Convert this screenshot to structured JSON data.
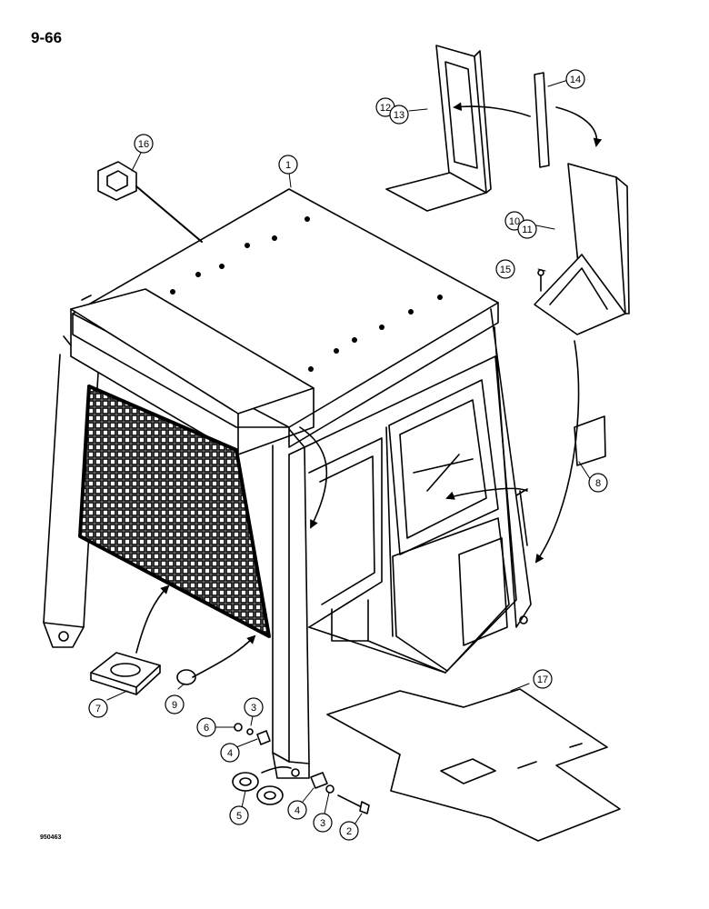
{
  "page": {
    "number": "9-66",
    "figure_code": "950463"
  },
  "callouts": [
    {
      "id": "c1",
      "label": "1"
    },
    {
      "id": "c2",
      "label": "2"
    },
    {
      "id": "c3a",
      "label": "3"
    },
    {
      "id": "c3b",
      "label": "3"
    },
    {
      "id": "c4a",
      "label": "4"
    },
    {
      "id": "c4b",
      "label": "4"
    },
    {
      "id": "c5",
      "label": "5"
    },
    {
      "id": "c6",
      "label": "6"
    },
    {
      "id": "c7",
      "label": "7"
    },
    {
      "id": "c8",
      "label": "8"
    },
    {
      "id": "c9",
      "label": "9"
    },
    {
      "id": "c10",
      "label": "10"
    },
    {
      "id": "c11",
      "label": "11"
    },
    {
      "id": "c12",
      "label": "12"
    },
    {
      "id": "c13",
      "label": "13"
    },
    {
      "id": "c14",
      "label": "14"
    },
    {
      "id": "c15",
      "label": "15"
    },
    {
      "id": "c16",
      "label": "16"
    },
    {
      "id": "c17",
      "label": "17"
    }
  ]
}
